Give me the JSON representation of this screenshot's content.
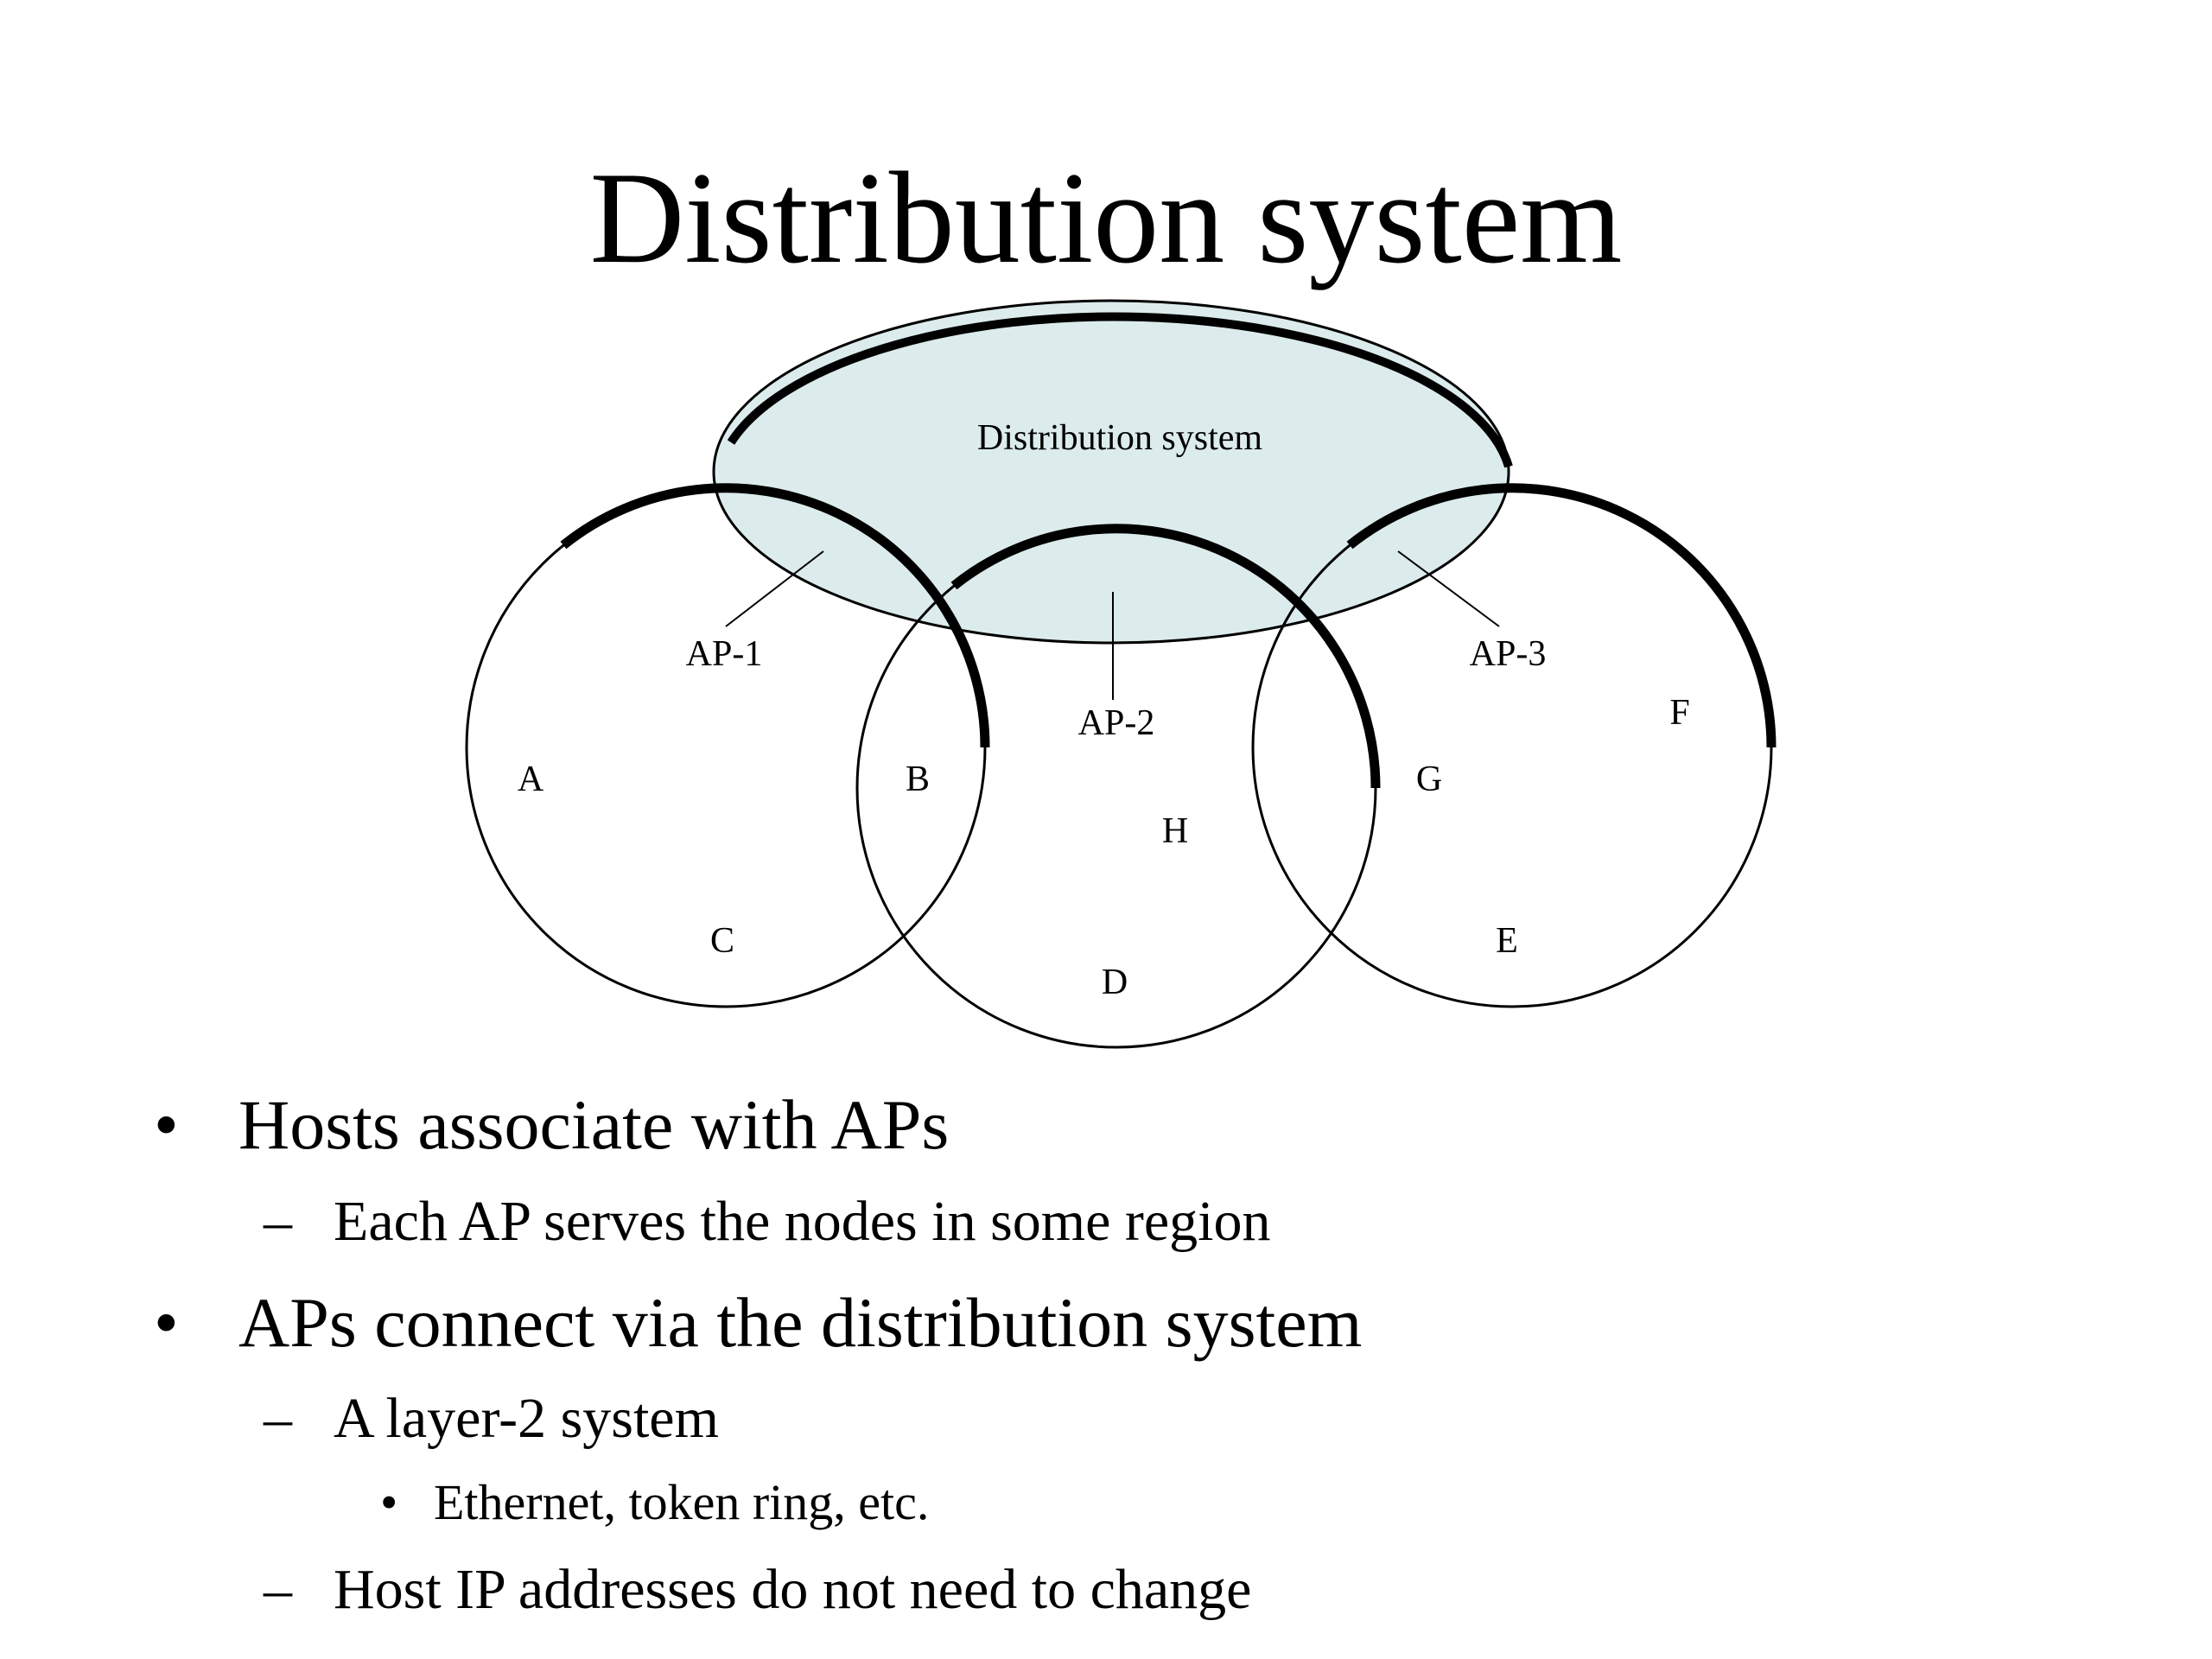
{
  "slide": {
    "title": "Distribution system"
  },
  "diagram": {
    "distribution_label": "Distribution system",
    "ellipse_fill": "#dcebec",
    "access_points": [
      {
        "label": "AP-1"
      },
      {
        "label": "AP-2"
      },
      {
        "label": "AP-3"
      }
    ],
    "hosts": [
      "A",
      "B",
      "C",
      "D",
      "E",
      "F",
      "G",
      "H"
    ]
  },
  "bullets": {
    "marker_l1": "•",
    "marker_l2": "–",
    "marker_l3": "•",
    "items": [
      "Hosts associate with APs",
      "Each AP serves the nodes in some region",
      "APs connect via the distribution system",
      "A layer-2 system",
      "Ethernet, token ring, etc.",
      "Host IP addresses do not need to change"
    ]
  }
}
